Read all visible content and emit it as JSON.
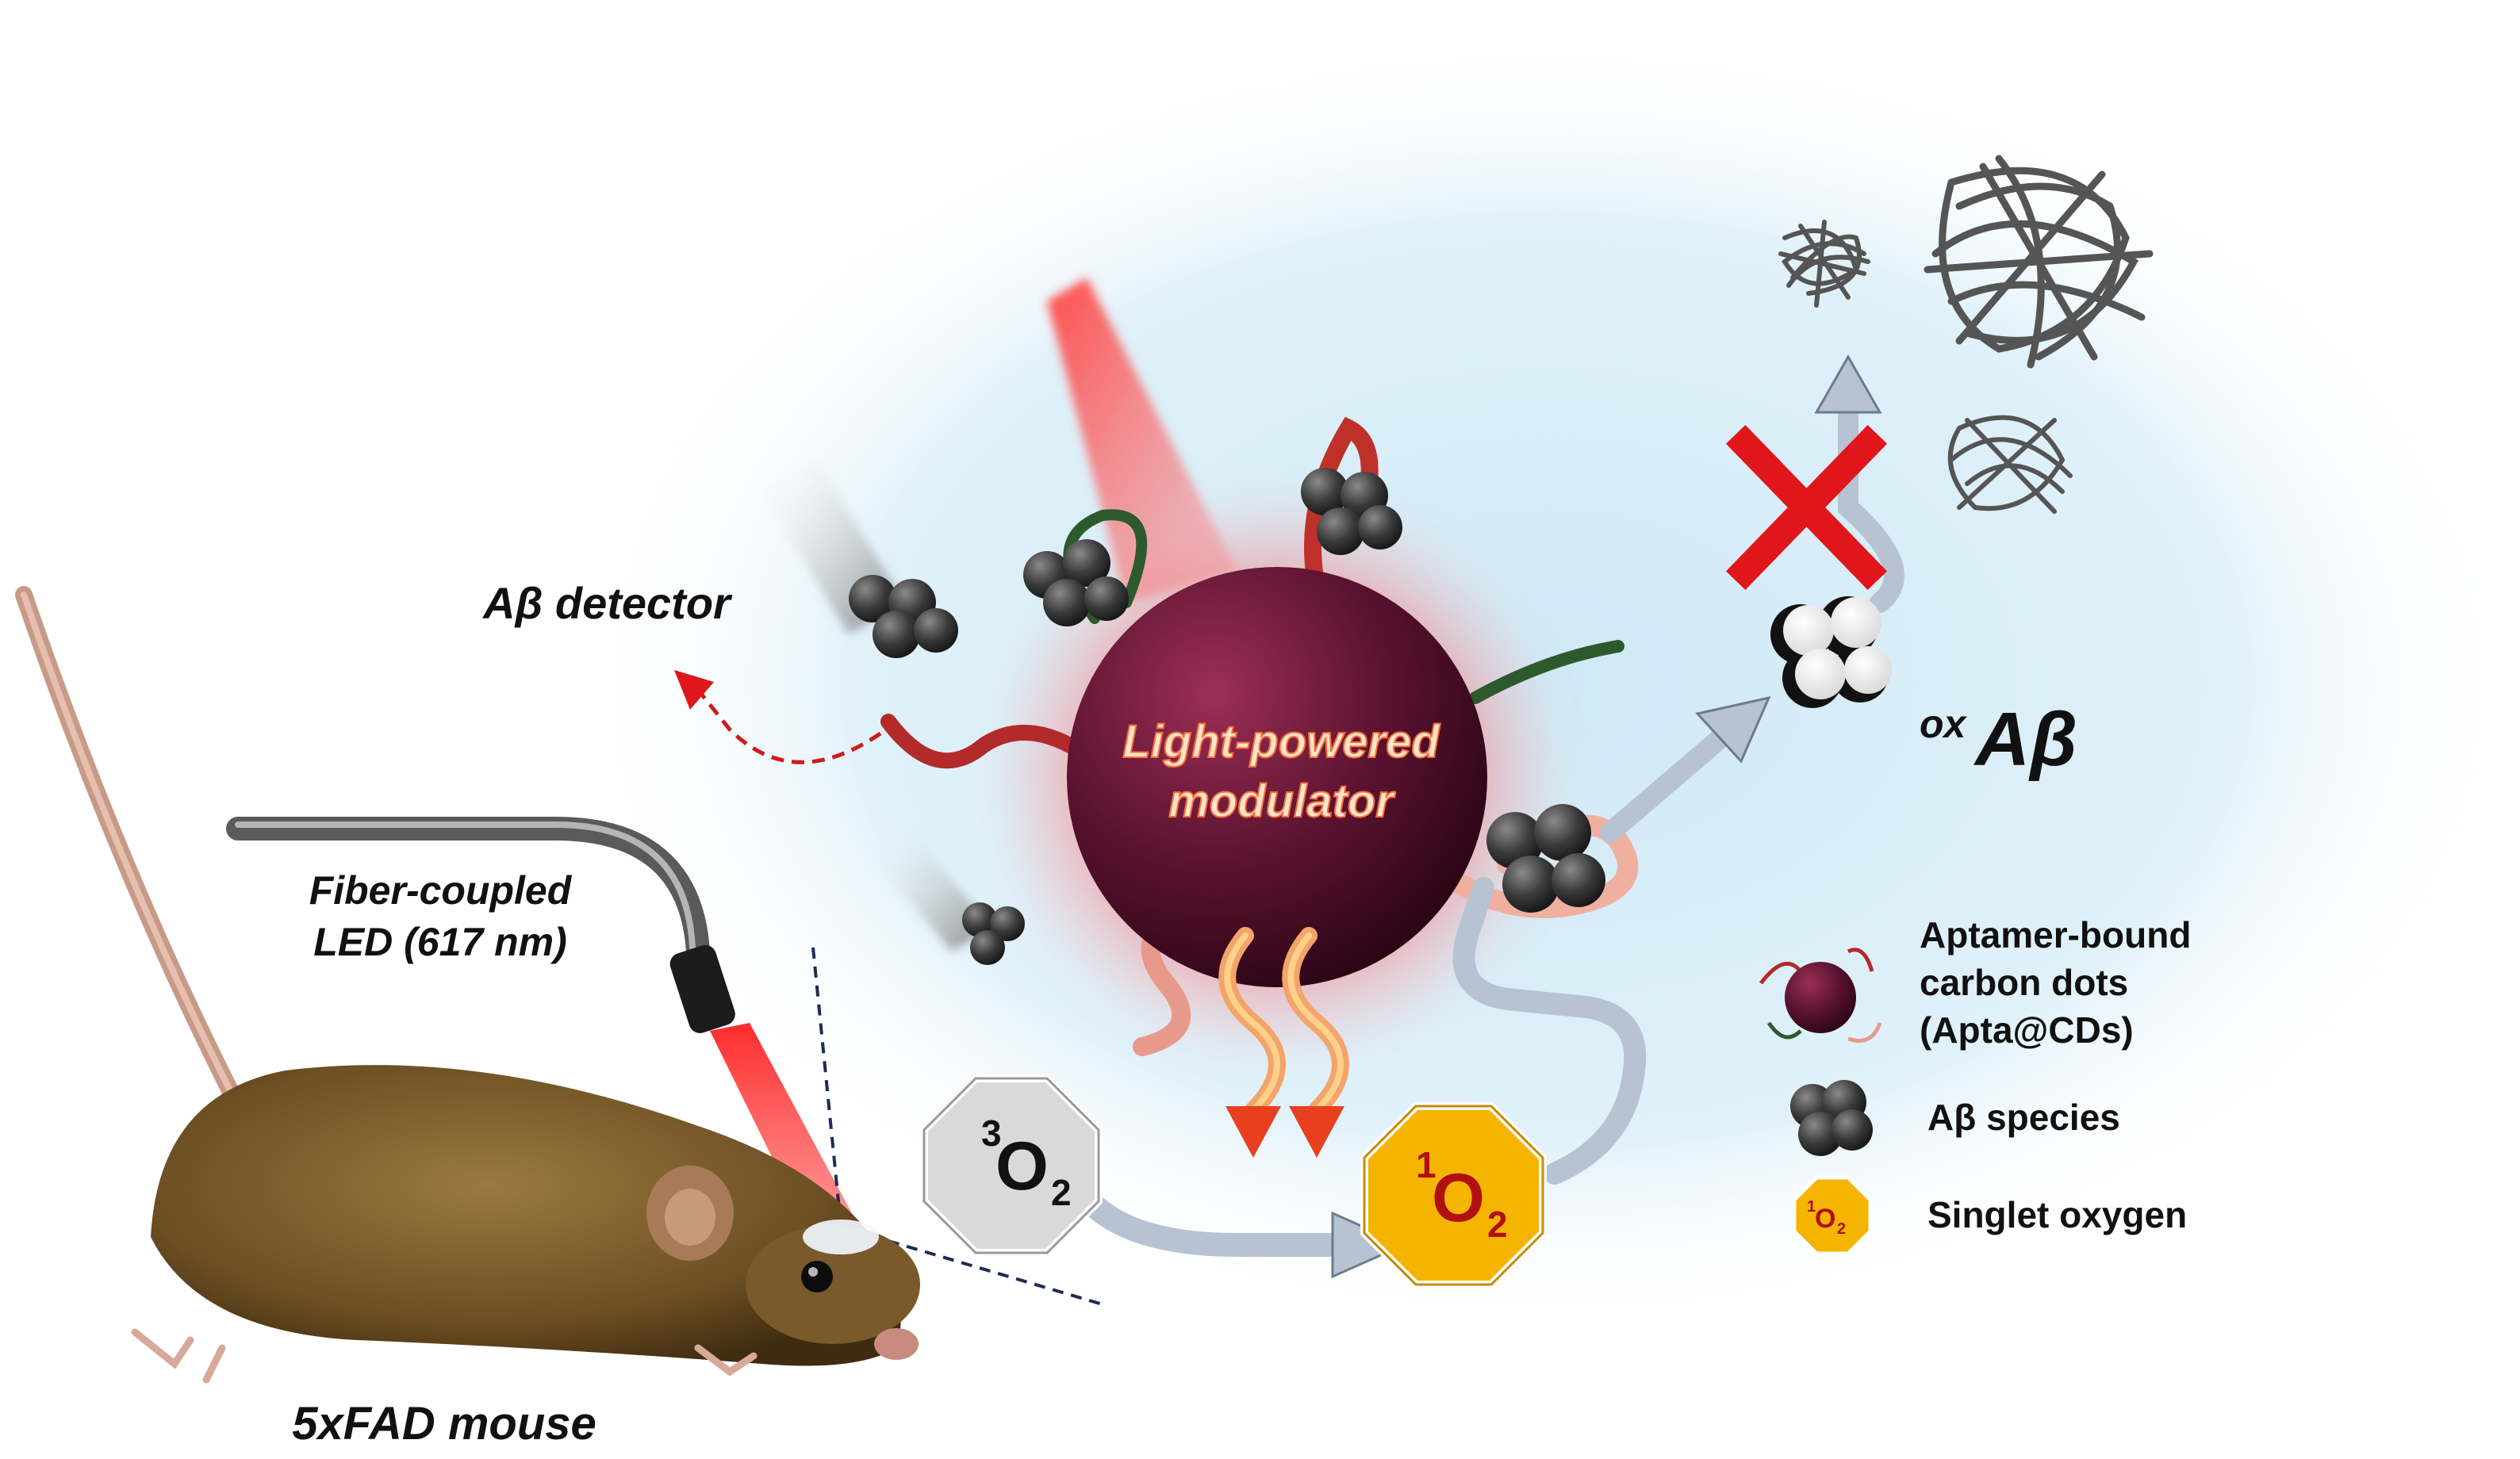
{
  "labels": {
    "mouse": "5xFAD mouse",
    "fiber_line1": "Fiber-coupled",
    "fiber_line2": "LED (617 nm)",
    "detector": "Aβ detector",
    "modulator_line1": "Light-powered",
    "modulator_line2": "modulator",
    "ox_prefix": "ox",
    "ox_main": "Aβ",
    "o2_triplet_sup": "3",
    "o2_singlet_sup": "1",
    "o2_letter": "O",
    "o2_sub": "2"
  },
  "legend": {
    "items": [
      {
        "icon": "carbon-dot-icon",
        "lines": [
          "Aptamer-bound",
          "carbon dots",
          "(Apta@CDs)"
        ]
      },
      {
        "icon": "abeta-cluster-icon",
        "lines": [
          "Aβ species"
        ]
      },
      {
        "icon": "singlet-oxygen-icon",
        "lines": [
          "Singlet oxygen"
        ],
        "icon_sup": "1",
        "icon_letter": "O",
        "icon_sub": "2"
      }
    ]
  },
  "colors": {
    "background_glow": "#d9eef8",
    "carbon_dot": "#5a1230",
    "modulator_glow": "#ff6b6b",
    "light_beam": "#ff3030",
    "singlet_oxygen": "#f4b400",
    "triplet_oxygen": "#d0d0d0",
    "cross": "#e0161b",
    "arrow": "#b7c3d3",
    "abeta": "#3d3d3d"
  }
}
